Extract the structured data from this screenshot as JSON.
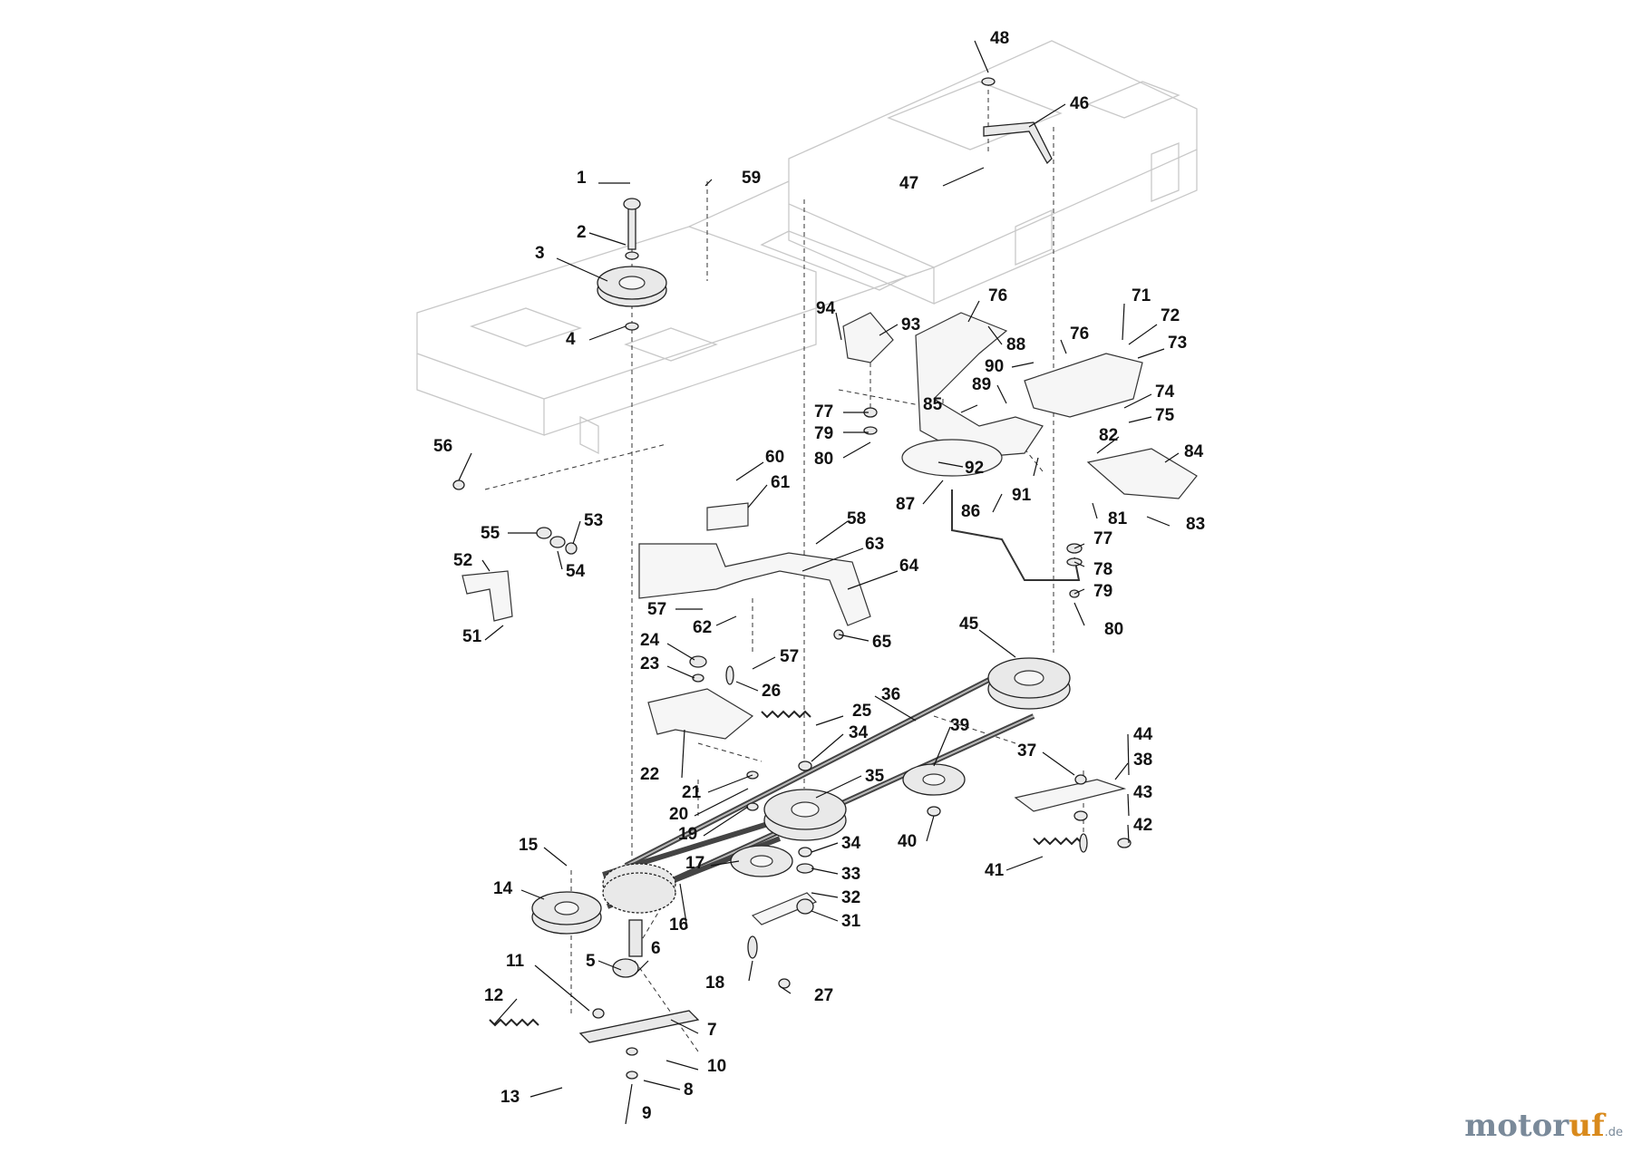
{
  "watermark": {
    "main": "motor",
    "accent": "uf",
    "tld": ".de"
  },
  "callouts": [
    {
      "id": "1",
      "label": "1"
    },
    {
      "id": "2",
      "label": "2"
    },
    {
      "id": "3",
      "label": "3"
    },
    {
      "id": "4",
      "label": "4"
    },
    {
      "id": "5",
      "label": "5"
    },
    {
      "id": "6",
      "label": "6"
    },
    {
      "id": "7",
      "label": "7"
    },
    {
      "id": "8",
      "label": "8"
    },
    {
      "id": "9",
      "label": "9"
    },
    {
      "id": "10",
      "label": "10"
    },
    {
      "id": "11",
      "label": "11"
    },
    {
      "id": "12",
      "label": "12"
    },
    {
      "id": "13",
      "label": "13"
    },
    {
      "id": "14",
      "label": "14"
    },
    {
      "id": "15",
      "label": "15"
    },
    {
      "id": "16",
      "label": "16"
    },
    {
      "id": "17",
      "label": "17"
    },
    {
      "id": "18",
      "label": "18"
    },
    {
      "id": "19",
      "label": "19"
    },
    {
      "id": "20",
      "label": "20"
    },
    {
      "id": "21",
      "label": "21"
    },
    {
      "id": "22",
      "label": "22"
    },
    {
      "id": "23",
      "label": "23"
    },
    {
      "id": "24",
      "label": "24"
    },
    {
      "id": "25",
      "label": "25"
    },
    {
      "id": "26",
      "label": "26"
    },
    {
      "id": "27",
      "label": "27"
    },
    {
      "id": "31",
      "label": "31"
    },
    {
      "id": "32",
      "label": "32"
    },
    {
      "id": "33",
      "label": "33"
    },
    {
      "id": "34a",
      "label": "34"
    },
    {
      "id": "34b",
      "label": "34"
    },
    {
      "id": "35",
      "label": "35"
    },
    {
      "id": "36",
      "label": "36"
    },
    {
      "id": "37",
      "label": "37"
    },
    {
      "id": "38",
      "label": "38"
    },
    {
      "id": "39",
      "label": "39"
    },
    {
      "id": "40",
      "label": "40"
    },
    {
      "id": "41",
      "label": "41"
    },
    {
      "id": "42",
      "label": "42"
    },
    {
      "id": "43",
      "label": "43"
    },
    {
      "id": "44",
      "label": "44"
    },
    {
      "id": "45",
      "label": "45"
    },
    {
      "id": "46",
      "label": "46"
    },
    {
      "id": "47",
      "label": "47"
    },
    {
      "id": "48",
      "label": "48"
    },
    {
      "id": "51",
      "label": "51"
    },
    {
      "id": "52",
      "label": "52"
    },
    {
      "id": "53",
      "label": "53"
    },
    {
      "id": "54",
      "label": "54"
    },
    {
      "id": "55",
      "label": "55"
    },
    {
      "id": "56",
      "label": "56"
    },
    {
      "id": "57a",
      "label": "57"
    },
    {
      "id": "57b",
      "label": "57"
    },
    {
      "id": "58",
      "label": "58"
    },
    {
      "id": "59",
      "label": "59"
    },
    {
      "id": "60",
      "label": "60"
    },
    {
      "id": "61",
      "label": "61"
    },
    {
      "id": "62",
      "label": "62"
    },
    {
      "id": "63",
      "label": "63"
    },
    {
      "id": "64",
      "label": "64"
    },
    {
      "id": "65",
      "label": "65"
    },
    {
      "id": "71",
      "label": "71"
    },
    {
      "id": "72",
      "label": "72"
    },
    {
      "id": "73",
      "label": "73"
    },
    {
      "id": "74",
      "label": "74"
    },
    {
      "id": "75",
      "label": "75"
    },
    {
      "id": "76a",
      "label": "76"
    },
    {
      "id": "76b",
      "label": "76"
    },
    {
      "id": "77a",
      "label": "77"
    },
    {
      "id": "77b",
      "label": "77"
    },
    {
      "id": "78",
      "label": "78"
    },
    {
      "id": "79a",
      "label": "79"
    },
    {
      "id": "79b",
      "label": "79"
    },
    {
      "id": "80a",
      "label": "80"
    },
    {
      "id": "80b",
      "label": "80"
    },
    {
      "id": "81",
      "label": "81"
    },
    {
      "id": "82",
      "label": "82"
    },
    {
      "id": "83",
      "label": "83"
    },
    {
      "id": "84",
      "label": "84"
    },
    {
      "id": "85",
      "label": "85"
    },
    {
      "id": "86",
      "label": "86"
    },
    {
      "id": "87",
      "label": "87"
    },
    {
      "id": "88",
      "label": "88"
    },
    {
      "id": "89",
      "label": "89"
    },
    {
      "id": "90",
      "label": "90"
    },
    {
      "id": "91",
      "label": "91"
    },
    {
      "id": "92",
      "label": "92"
    },
    {
      "id": "93",
      "label": "93"
    },
    {
      "id": "94",
      "label": "94"
    }
  ]
}
